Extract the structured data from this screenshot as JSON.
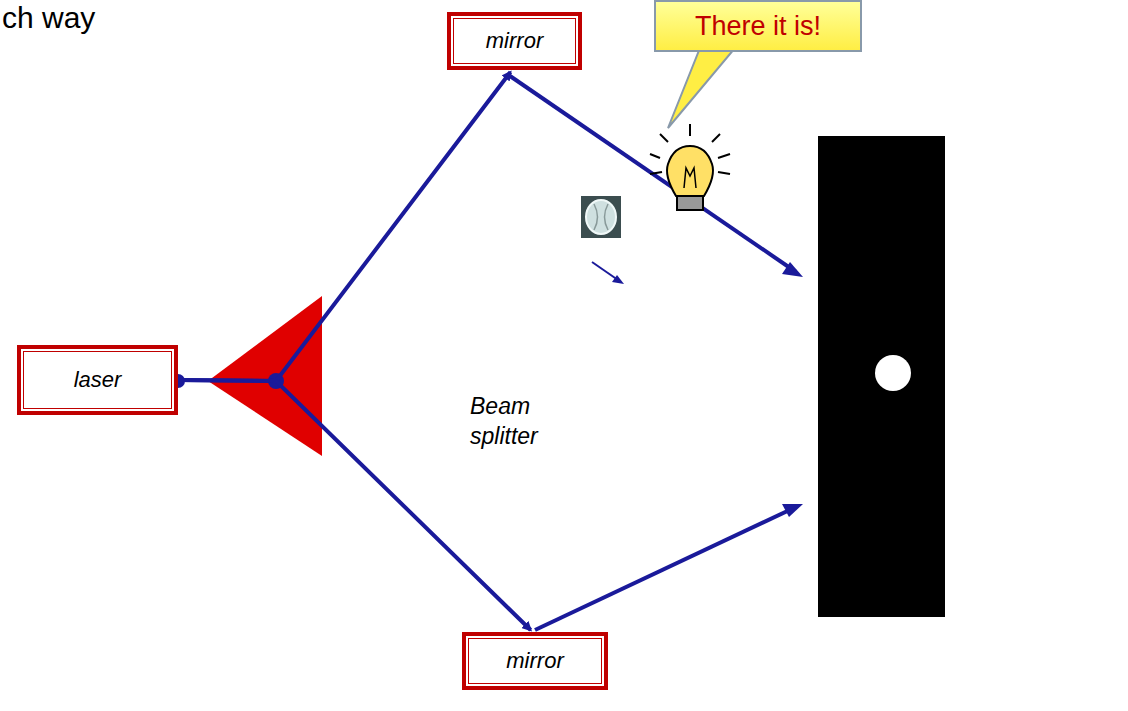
{
  "diagram": {
    "nodes": [
      {
        "text": [
          "mirror"
        ]
      },
      {
        "text": [
          "There it is!"
        ]
      },
      {
        "text": [
          "laser"
        ]
      },
      {
        "text": [
          "mirror"
        ]
      }
    ],
    "edges": [
      {
        "from": 2,
        "to": 0,
        "arrow": "to"
      },
      {
        "from": 2,
        "to": 3,
        "arrow": "to"
      }
    ],
    "labels": [
      "ch way",
      "Beam splitter"
    ]
  }
}
